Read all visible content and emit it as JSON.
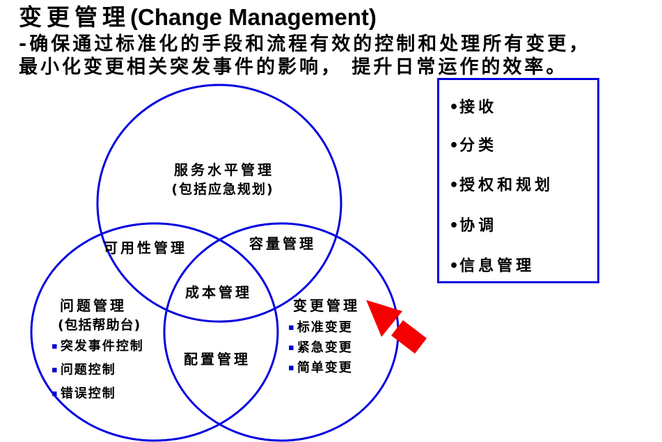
{
  "slide": {
    "title": {
      "cn": "变更管理",
      "en": "(Change Management)"
    },
    "subtitle": {
      "line1": "-确保通过标准化的手段和流程有效的控制和处理所有变更，",
      "line2": "最小化变更相关突发事件的影响， 提升日常运作的效率。"
    }
  },
  "activities_box": {
    "items": [
      "接收",
      "分类",
      "授权和规划",
      "协调",
      "信息管理"
    ]
  },
  "venn": {
    "service_level": {
      "title": "服务水平管理",
      "subtitle": "(包括应急规划)"
    },
    "problem": {
      "title": "问题管理",
      "subtitle": "(包括帮助台)",
      "items": [
        "突发事件控制",
        "问题控制",
        "错误控制"
      ]
    },
    "change": {
      "title": "变更管理",
      "items": [
        "标准变更",
        "紧急变更",
        "简单变更"
      ]
    },
    "overlaps": {
      "availability": "可用性管理",
      "capacity": "容量管理",
      "cost": "成本管理",
      "configuration": "配置管理"
    }
  },
  "icons": {
    "bullet_round": "•",
    "bullet_square": "▪"
  },
  "colors": {
    "circle_blue": "#0000e0",
    "box_border_blue": "#0000e0",
    "arrow_red": "#f40000",
    "square_bullet_blue": "#0000cc",
    "text_black": "#000000"
  }
}
